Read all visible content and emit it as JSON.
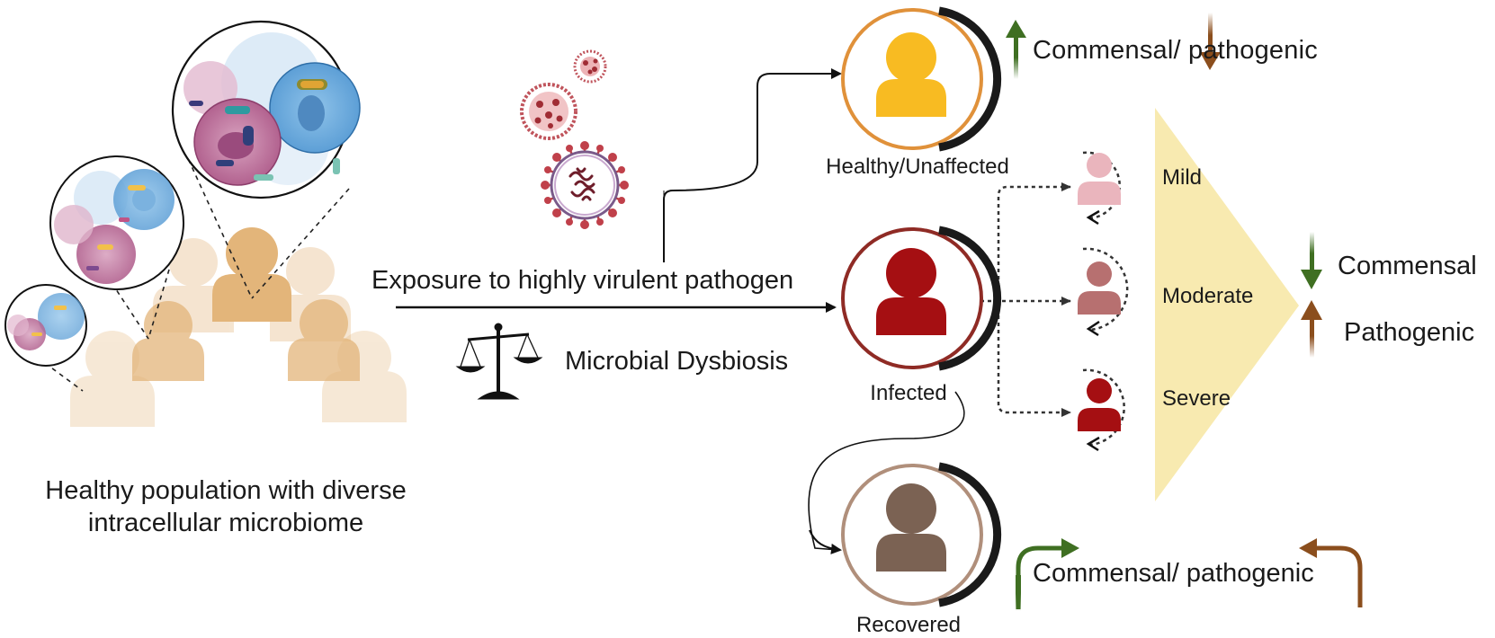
{
  "population": {
    "caption_line1": "Healthy population with diverse",
    "caption_line2": "intracellular microbiome"
  },
  "exposure": {
    "arrow_label": "Exposure to highly virulent pathogen",
    "dysbiosis_label": "Microbial Dysbiosis"
  },
  "outcomes": {
    "healthy": {
      "label": "Healthy/Unaffected",
      "microbiome_note": "Commensal/ pathogenic"
    },
    "infected": {
      "label": "Infected"
    },
    "recovered": {
      "label": "Recovered",
      "microbiome_note": "Commensal/ pathogenic"
    }
  },
  "severity": {
    "levels": [
      "Mild",
      "Moderate",
      "Severe"
    ],
    "trend_commensal": "Commensal",
    "trend_pathogenic": "Pathogenic"
  },
  "colors": {
    "population_person": "#e3b57a",
    "healthy_person": "#f8bb22",
    "healthy_ring": "#e0913a",
    "infected_person": "#a50f12",
    "infected_ring": "#8f2b25",
    "recovered_person": "#7b6253",
    "recovered_ring": "#b08f7b",
    "mild_person": "#eab5bd",
    "moderate_person": "#b77070",
    "severe_person": "#a50f12",
    "severity_triangle": "#f8eab0",
    "arrow_up_green": "#3f6f22",
    "arrow_down_brown": "#8b4e1d",
    "virus": "#b04046"
  }
}
